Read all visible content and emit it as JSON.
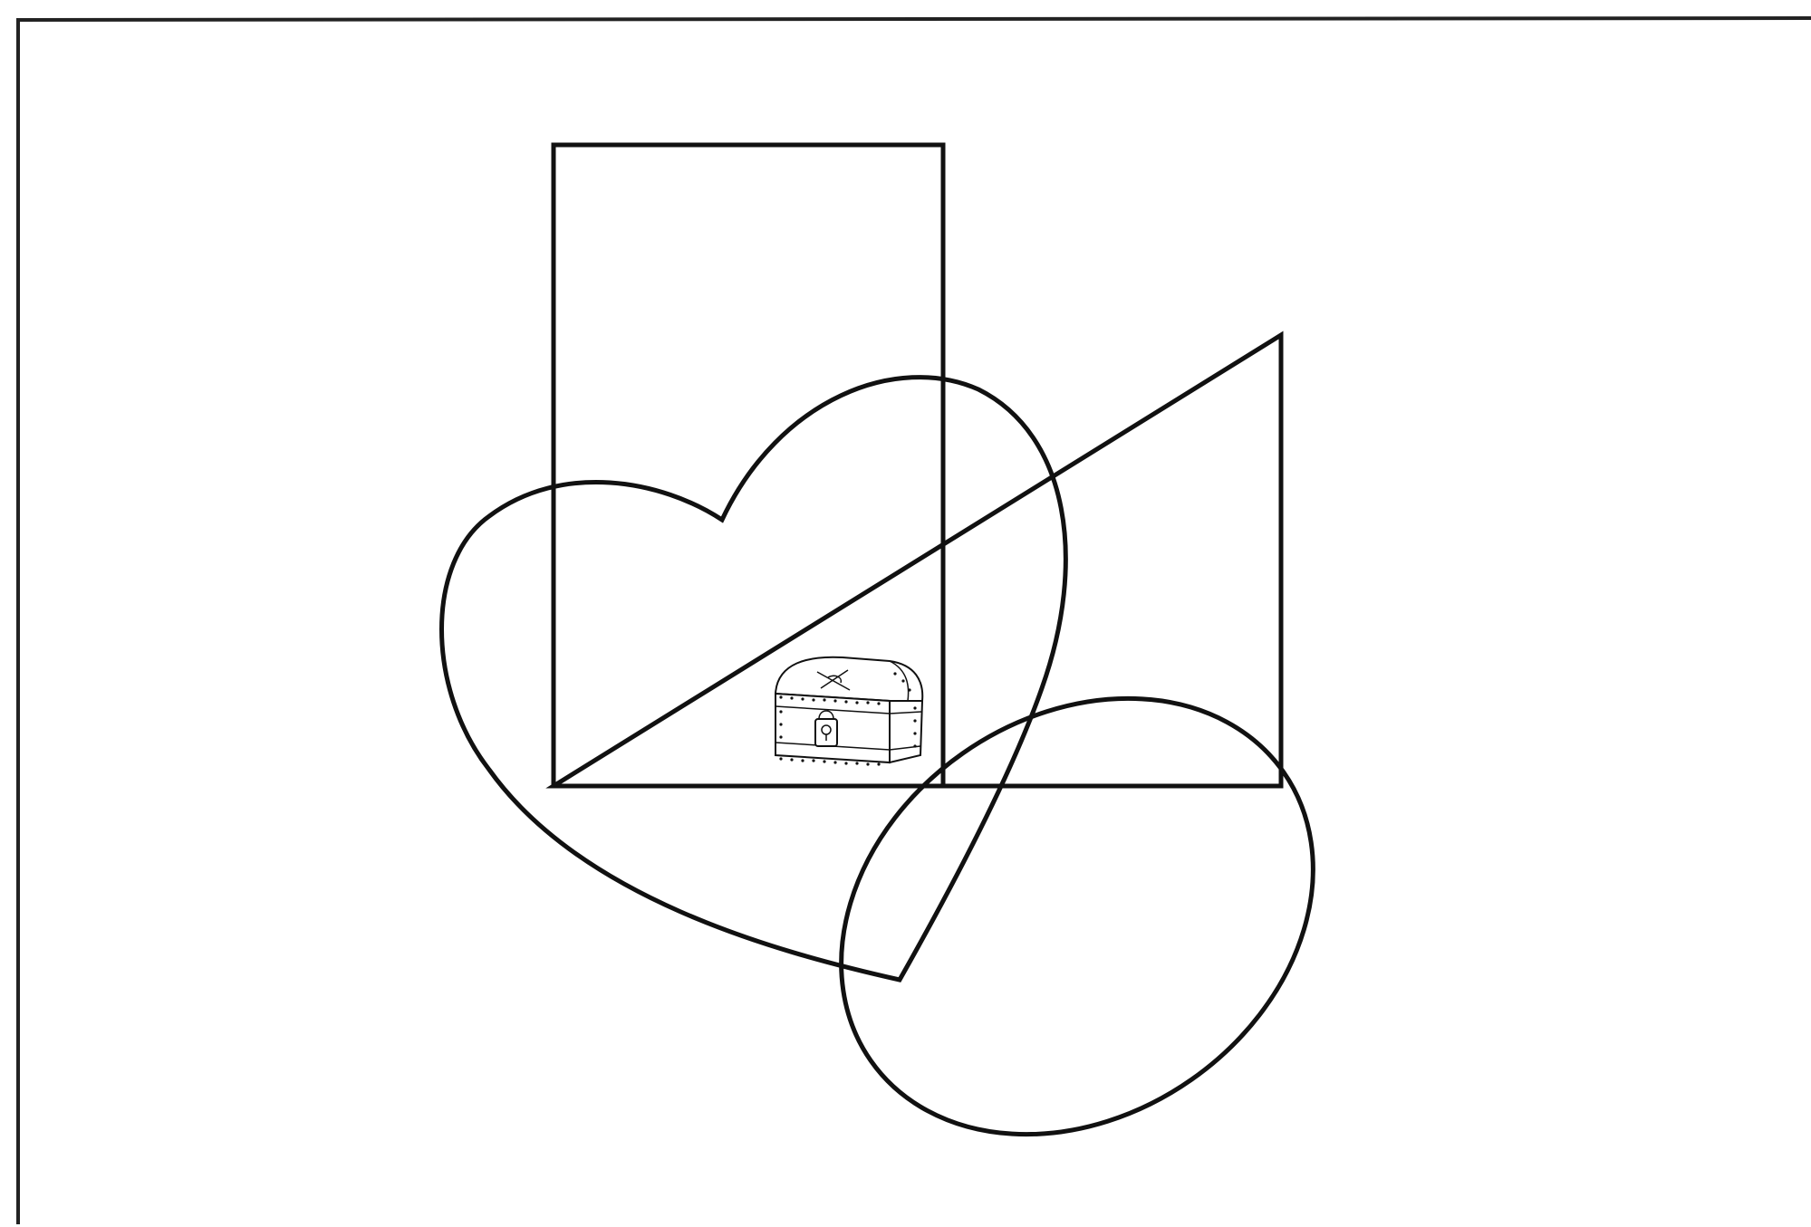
{
  "figure": {
    "shapes": [
      "rectangle",
      "triangle",
      "heart",
      "ellipse"
    ],
    "icon": "treasure-chest-icon",
    "stroke_color": "#111111",
    "background_color": "#ffffff"
  }
}
